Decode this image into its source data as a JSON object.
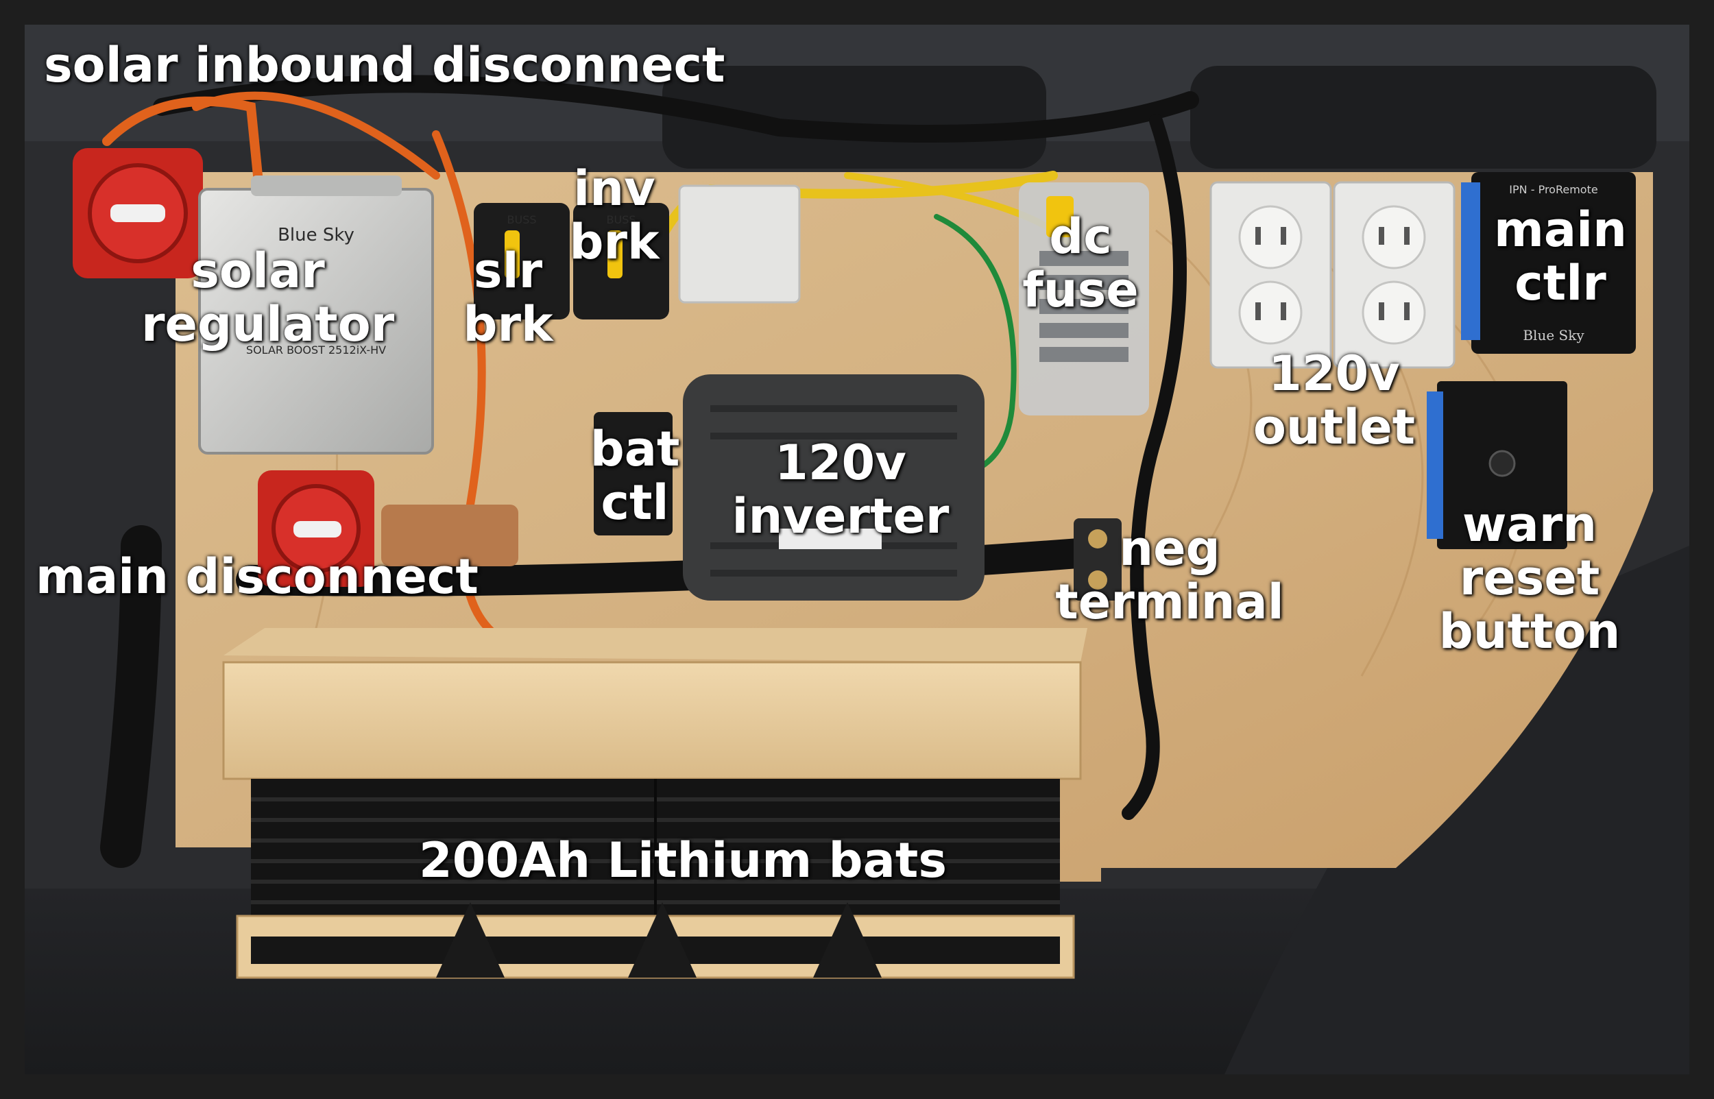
{
  "image": {
    "description_colors": {
      "plywood": "#d8b88a",
      "plywood_dark": "#c59c68",
      "battery_box": "#ecd2a6",
      "battery_black": "#141414",
      "van_interior": "#2a2b2d",
      "switch_red": "#c8261e",
      "wire_orange": "#e8621e",
      "wire_yellow": "#e8c21c",
      "outlet_white": "#e8e8e6",
      "label_text": "#ffffff"
    }
  },
  "labels": {
    "solar_inbound_disconnect": "solar inbound disconnect",
    "solar_regulator": "solar\nregulator",
    "slr_brk": "slr\nbrk",
    "inv_brk": "inv\nbrk",
    "dc_fuse": "dc\nfuse",
    "main_ctlr": "main\nctlr",
    "outlet_120v": "120v\noutlet",
    "bat_ctl": "bat\nctl",
    "inverter_120v": "120v\ninverter",
    "main_disconnect": "main disconnect",
    "neg_terminal": "neg\nterminal",
    "warn_reset_button": "warn\nreset\nbutton",
    "lithium_bats": "200Ah Lithium bats"
  },
  "device_text": {
    "regulator_brand": "Blue Sky",
    "regulator_model": "SOLAR BOOST 2512iX-HV",
    "controller_brand": "Blue Sky",
    "controller_model": "IPN - ProRemote",
    "breaker_brand": "BUSS"
  }
}
